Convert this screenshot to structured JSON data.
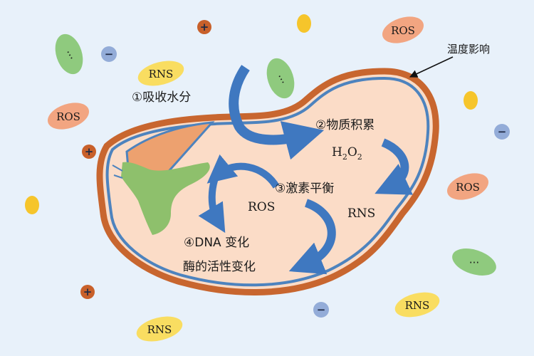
{
  "title": "",
  "annotation": {
    "temperature": "温度影响"
  },
  "steps": {
    "s1": "①吸收水分",
    "s2": "②物质积累",
    "s3": "③激素平衡",
    "s4_line1": "④DNA 变化",
    "s4_line2": "酶的活性变化"
  },
  "inner_labels": {
    "h2o2_h": "H",
    "h2o2_sub1": "2",
    "h2o2_o": "O",
    "h2o2_sub2": "2",
    "ros": "ROS",
    "rns": "RNS"
  },
  "outer_tokens": {
    "ros_1": "ROS",
    "ros_2": "ROS",
    "ros_3": "ROS",
    "rns_1": "RNS",
    "rns_2": "RNS",
    "rns_3": "RNS",
    "dots": "···",
    "plus": "+",
    "minus": "−"
  },
  "colors": {
    "background": "#e8f1fa",
    "cell_fill": "#fbdcc7",
    "wall_orange": "#c8662f",
    "membrane_blue": "#4d83be",
    "arrow_blue": "#3f78c0",
    "nucleus": "#eda16f",
    "green_organelle": "#8ec06c",
    "ros_bubble": "#f2a581",
    "rns_bubble": "#f9dd61",
    "green_bubble": "#8fca7e",
    "yellow_dot": "#f6c52b",
    "plus_dot": "#c8602a",
    "minus_dot": "#93acd8"
  }
}
